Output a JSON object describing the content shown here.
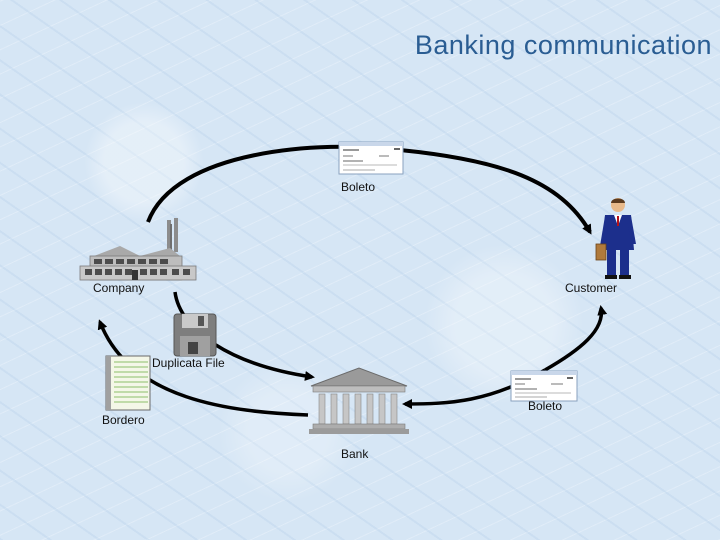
{
  "title": "Banking communication",
  "nodes": {
    "boleto_top": "Boleto",
    "company": "Company",
    "customer": "Customer",
    "duplicata_file": "Duplicata File",
    "boleto_bottom": "Boleto",
    "bordero": "Bordero",
    "bank": "Bank"
  },
  "colors": {
    "title": "#2a5d93",
    "arrow": "#000000",
    "suit": "#1c2f8c"
  },
  "icons": [
    "boleto-document-icon",
    "factory-icon",
    "businessman-icon",
    "floppy-disk-icon",
    "ledger-icon",
    "bank-building-icon"
  ]
}
